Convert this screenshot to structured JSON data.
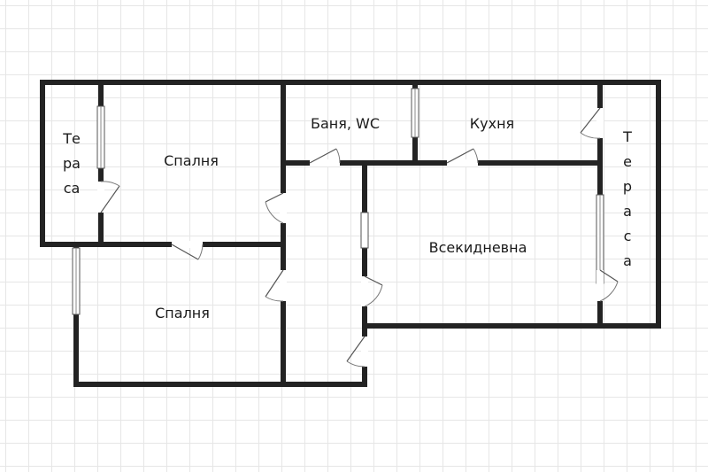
{
  "rooms": {
    "terrace_left_line1": "Те",
    "terrace_left_line2": "ра",
    "terrace_left_line3": "са",
    "bedroom_top": "Спалня",
    "bathroom": "Баня, WC",
    "kitchen": "Кухня",
    "terrace_right_letters": [
      "Т",
      "е",
      "р",
      "а",
      "с",
      "а"
    ],
    "living_room": "Всекидневна",
    "bedroom_bottom": "Спалня"
  },
  "colors": {
    "wall": "#232323",
    "grid": "#e6e6e6",
    "background": "#ffffff"
  }
}
